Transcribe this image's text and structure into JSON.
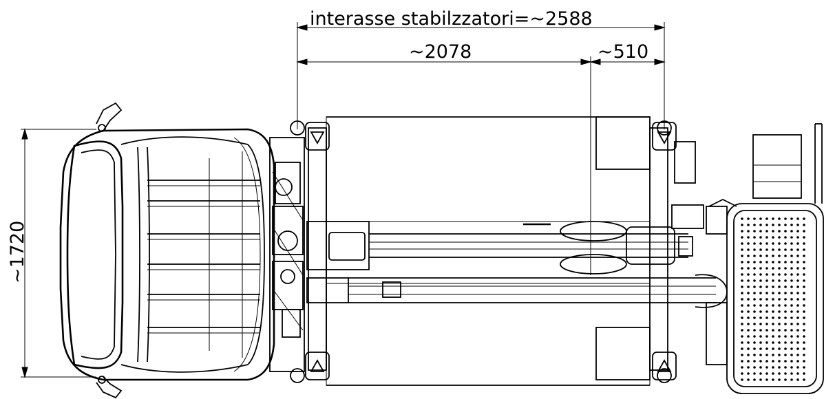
{
  "dimensions": {
    "stabilizer_span": "interasse stabilzzatori=~2588",
    "front_span": "~2078",
    "rear_span": "~510",
    "vehicle_width": "~1720"
  }
}
